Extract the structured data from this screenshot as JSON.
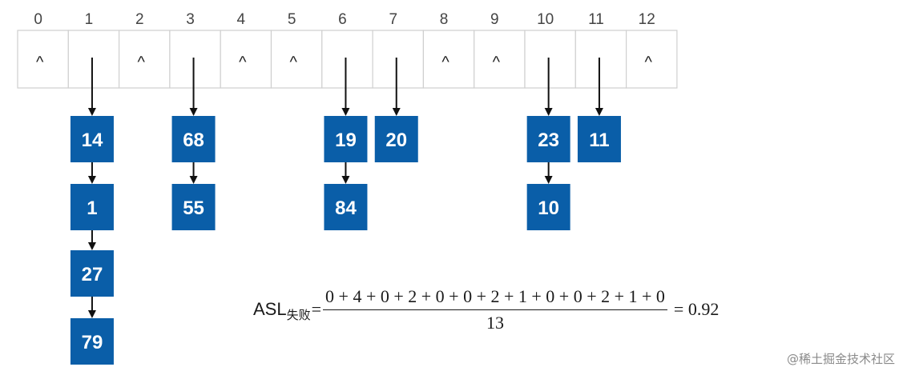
{
  "table": {
    "indices": [
      "0",
      "1",
      "2",
      "3",
      "4",
      "5",
      "6",
      "7",
      "8",
      "9",
      "10",
      "11",
      "12"
    ],
    "null_symbol": "^",
    "null_slots": [
      0,
      2,
      4,
      5,
      8,
      9,
      12
    ]
  },
  "chains": [
    {
      "slot": 1,
      "keys": [
        "14",
        "1",
        "27",
        "79"
      ]
    },
    {
      "slot": 3,
      "keys": [
        "68",
        "55"
      ]
    },
    {
      "slot": 6,
      "keys": [
        "19",
        "84"
      ]
    },
    {
      "slot": 7,
      "keys": [
        "20"
      ]
    },
    {
      "slot": 10,
      "keys": [
        "23",
        "10"
      ]
    },
    {
      "slot": 11,
      "keys": [
        "11"
      ]
    }
  ],
  "formula": {
    "lhs": "ASL",
    "lhs_subscript": "失败",
    "equals": "=",
    "numerator": "0 + 4 + 0 + 2 + 0 + 0 + 2 + 1 + 0 + 0 + 2 + 1 + 0",
    "denominator": "13",
    "result": "= 0.92"
  },
  "watermark": "@稀土掘金技术社区",
  "colors": {
    "node_fill": "#0a5ea8",
    "node_text": "#ffffff",
    "arrow": "#111111",
    "cell_border": "#cfcfcf"
  }
}
